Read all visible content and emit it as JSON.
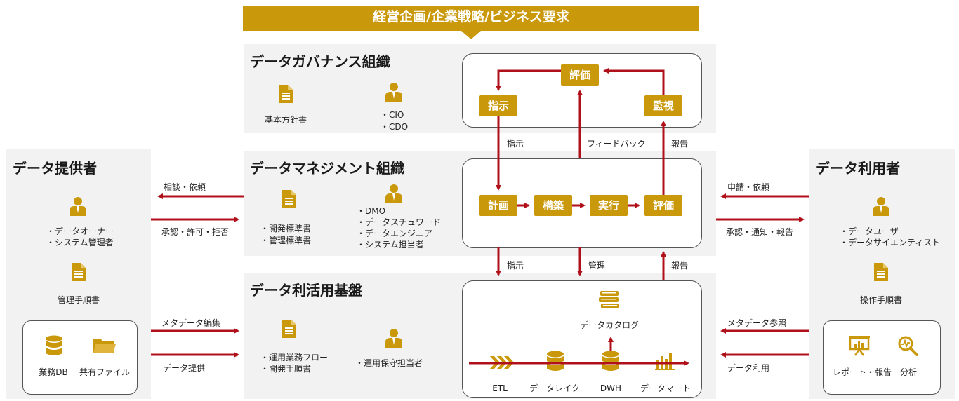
{
  "banner": {
    "text": "経営企画/企業戦略/ビジネス要求"
  },
  "governance": {
    "title": "データガバナンス組織",
    "doc_label": "基本方針書",
    "roles": [
      "・CIO",
      "・CDO"
    ],
    "cycle": {
      "top": "評価",
      "left": "指示",
      "right": "監視"
    }
  },
  "management": {
    "title": "データマネジメント組織",
    "docs": [
      "・開発標準書",
      "・管理標準書"
    ],
    "roles": [
      "・DMO",
      "・データスチュワード",
      "・データエンジニア",
      "・システム担当者"
    ],
    "flow": [
      "計画",
      "構築",
      "実行",
      "評価"
    ]
  },
  "platform": {
    "title": "データ利活用基盤",
    "docs": [
      "・運用業務フロー",
      "・開発手順書"
    ],
    "role": "・運用保守担当者",
    "catalog": "データカタログ",
    "pipeline": [
      "ETL",
      "データレイク",
      "DWH",
      "データマート"
    ]
  },
  "links": {
    "gov_to_mgmt_1": "指示",
    "feedback": "フィードバック",
    "report_1": "報告",
    "mgmt_to_plat": "指示",
    "manage": "管理",
    "report_2": "報告"
  },
  "provider": {
    "title": "データ提供者",
    "roles": [
      "・データオーナー",
      "・システム管理者"
    ],
    "doc_label": "管理手順書",
    "sources": [
      "業務DB",
      "共有ファイル"
    ],
    "arrows": {
      "consult": "相談・依頼",
      "approve": "承認・許可・拒否",
      "meta_edit": "メタデータ編集",
      "provide": "データ提供"
    }
  },
  "consumer": {
    "title": "データ利用者",
    "roles": [
      "・データユーザ",
      "・データサイエンティスト"
    ],
    "doc_label": "操作手順書",
    "tools": [
      "レポート・報告",
      "分析"
    ],
    "arrows": {
      "apply": "申請・依頼",
      "approve": "承認・通知・報告",
      "meta_ref": "メタデータ参照",
      "use": "データ利用"
    }
  },
  "colors": {
    "gold": "#c9980b",
    "arrow": "#b0101a",
    "panel": "#f2f2f2"
  },
  "icons": [
    "document-icon",
    "person-icon",
    "database-icon",
    "folder-icon",
    "books-icon",
    "presentation-icon",
    "magnifier-chart-icon",
    "etl-chevron-icon",
    "bar-chart-icon"
  ]
}
